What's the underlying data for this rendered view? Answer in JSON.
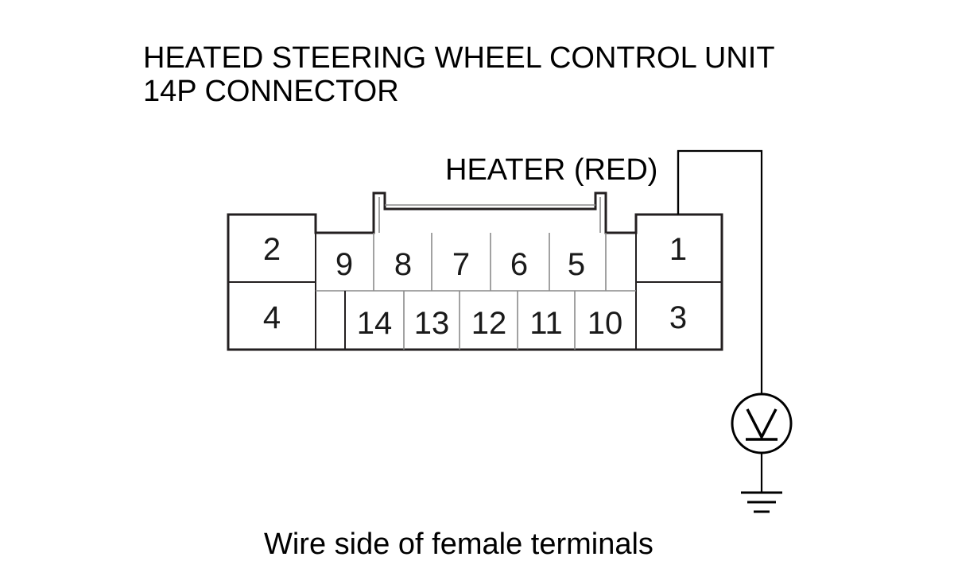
{
  "diagram": {
    "title_line1": "HEATED STEERING WHEEL CONTROL UNIT",
    "title_line2": "14P CONNECTOR",
    "heater_label": "HEATER (RED)",
    "footer": "Wire side of female terminals",
    "meter_symbol": "V",
    "meter_icon": "voltmeter-icon",
    "ground_icon": "ground-icon",
    "probed_terminal": "1",
    "terminals": {
      "t1": "1",
      "t2": "2",
      "t3": "3",
      "t4": "4",
      "t5": "5",
      "t6": "6",
      "t7": "7",
      "t8": "8",
      "t9": "9",
      "t10": "10",
      "t11": "11",
      "t12": "12",
      "t13": "13",
      "t14": "14"
    }
  }
}
